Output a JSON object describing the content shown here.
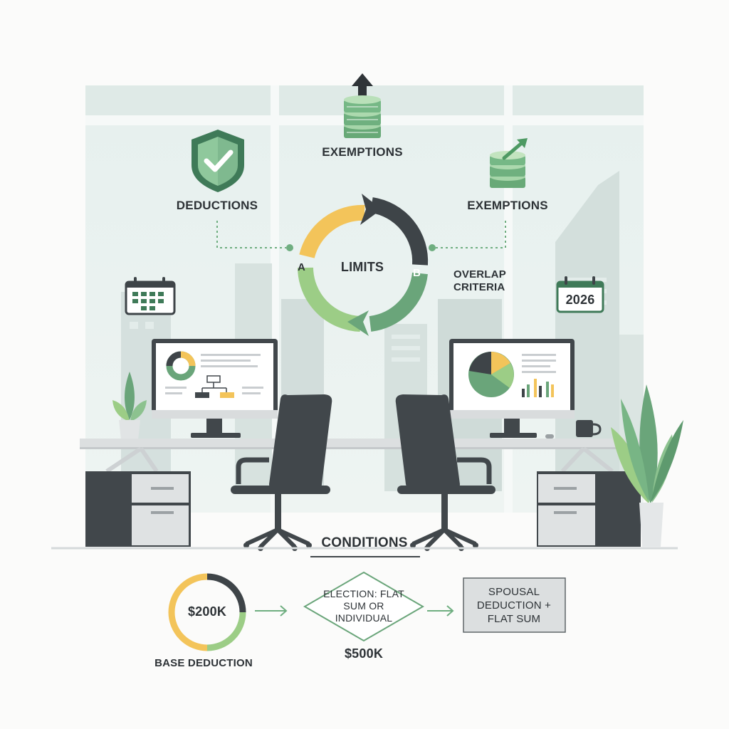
{
  "labels": {
    "exemptions_top": "EXEMPTIONS",
    "deductions": "DEDUCTIONS",
    "exemptions_right": "EXEMPTIONS",
    "limits": "LIMITS",
    "marker_a": "A",
    "marker_b": "B",
    "overlap_criteria": "OVERLAP CRITERIA",
    "calendar_year": "2026",
    "conditions": "CONDITIONS"
  },
  "flow": {
    "base_amount": "$200K",
    "base_caption": "BASE DEDUCTION",
    "decision_text": "ELECTION: FLAT SUM OR INDIVIDUAL",
    "decision_amount": "$500K",
    "result_text": "SPOUSAL DEDUCTION + FLAT SUM"
  },
  "colors": {
    "green": "#6aa57a",
    "light_green": "#9ccd86",
    "yellow": "#f3c45a",
    "dark": "#3e4448",
    "sky": "#e4efec"
  },
  "icons": [
    "shield-check-icon",
    "coin-stack-up-icon",
    "coin-stack-growth-icon",
    "calendar-icon",
    "cycle-arrows-icon",
    "pie-chart-icon",
    "bar-chart-icon",
    "office-chair-icon",
    "plant-icon",
    "coffee-mug-icon"
  ]
}
